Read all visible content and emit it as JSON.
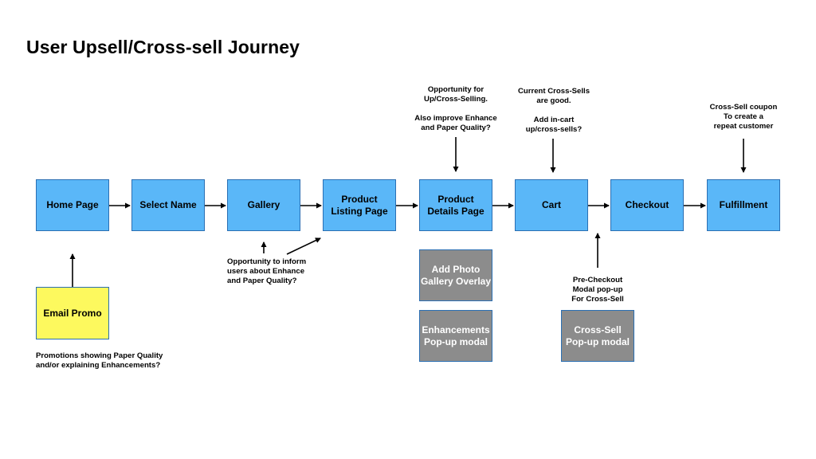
{
  "title": "User Upsell/Cross-sell Journey",
  "nodes": {
    "home": "Home Page",
    "select_name": "Select Name",
    "gallery": "Gallery",
    "plp": "Product\nListing Page",
    "pdp": "Product\nDetails Page",
    "cart": "Cart",
    "checkout": "Checkout",
    "fulfillment": "Fulfillment",
    "email_promo": "Email Promo",
    "add_photo": "Add Photo\nGallery Overlay",
    "enhancements": "Enhancements\nPop-up modal",
    "cross_sell": "Cross-Sell\nPop-up modal"
  },
  "notes": {
    "pdp_opportunity": "Opportunity for\nUp/Cross-Selling.\n\nAlso improve Enhance\nand Paper Quality?",
    "cart_current": "Current Cross-Sells\nare good.\n\nAdd in-cart\nup/cross-sells?",
    "fulfillment_coupon": "Cross-Sell coupon\nTo create a\nrepeat customer",
    "gallery_inform": "Opportunity to inform\nusers about Enhance\nand Paper Quality?",
    "pre_checkout": "Pre-Checkout\nModal pop-up\nFor Cross-Sell",
    "promotions": "Promotions showing Paper Quality\nand/or explaining Enhancements?"
  },
  "colors": {
    "step_fill": "#5ab7f8",
    "modal_fill": "#8c8c8c",
    "promo_fill": "#fdf95e",
    "border": "#2b6fb3"
  }
}
